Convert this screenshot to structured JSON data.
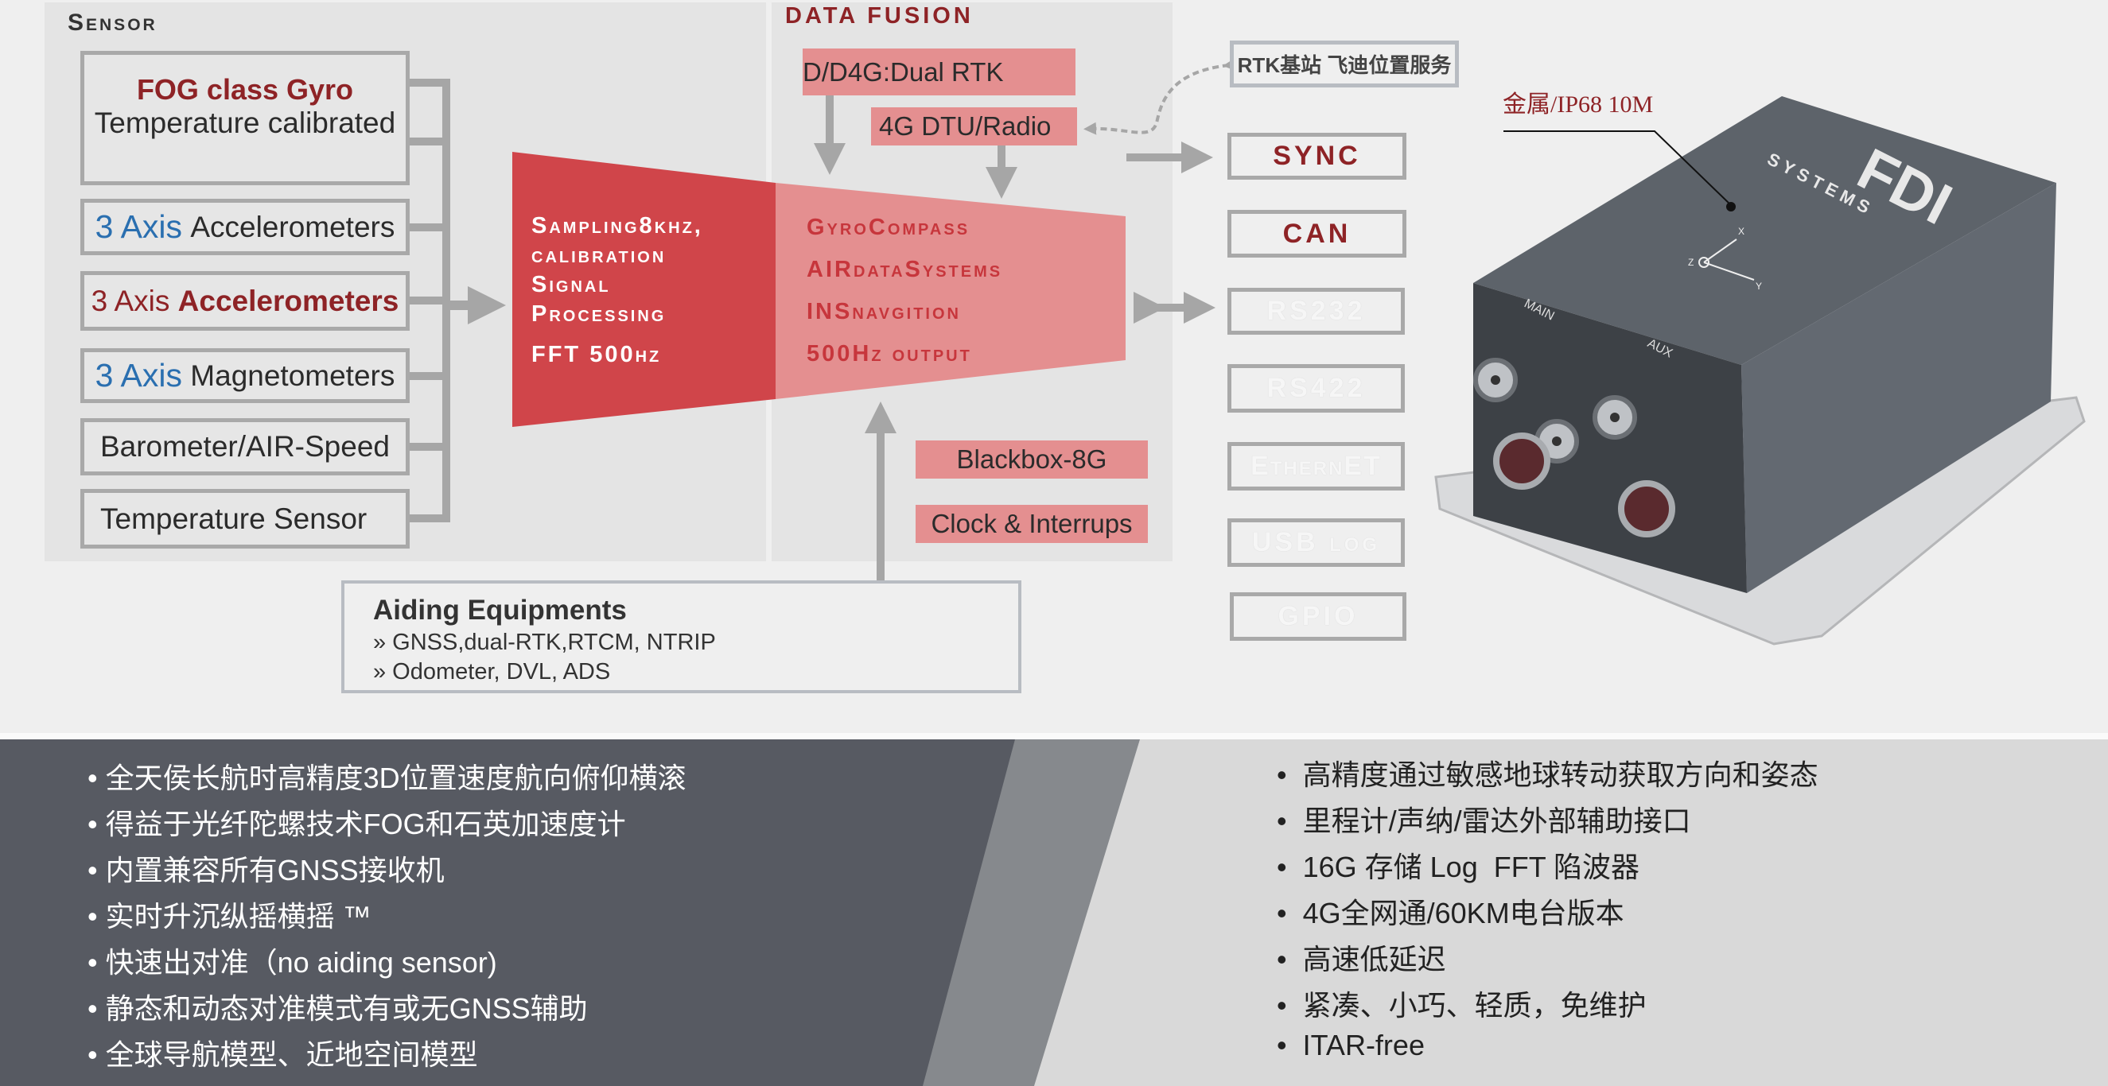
{
  "sensor": {
    "title": "Sensor",
    "gyro": {
      "title": "FOG class Gyro",
      "subtitle": "Temperature calibrated"
    },
    "accel1": {
      "prefix": "3 Axis",
      "name": "Accelerometers"
    },
    "accel2": {
      "prefix": "3 Axis",
      "name": "Accelerometers"
    },
    "mag": {
      "prefix": "3 Axis",
      "name": "Magnetometers"
    },
    "baro": "Barometer/AIR-Speed",
    "temp": "Temperature Sensor"
  },
  "processing": [
    "Sampling8khz,",
    "calibration",
    "Signal",
    "Processing",
    "FFT 500hz"
  ],
  "fusion": {
    "title": "DATA FUSION",
    "rtk": "D/D4G:Dual RTK",
    "dtu": "4G DTU/Radio",
    "outputs": [
      "GyroCompass",
      "AIRdataSystems",
      "INSnavgition",
      "500Hz output"
    ],
    "blackbox": "Blackbox-8G",
    "clock": "Clock & Interrups"
  },
  "interfaces": {
    "rtk_service": "RTK基站 飞迪位置服务",
    "items": [
      "SYNC",
      "CAN",
      "RS232",
      "RS422",
      "EthernET",
      "USB log",
      "GPIO"
    ]
  },
  "aiding": {
    "title": "Aiding Equipments",
    "items": [
      "» GNSS,dual-RTK,RTCM, NTRIP",
      "» Odometer, DVL, ADS"
    ]
  },
  "device": {
    "callout": "金属/IP68 10M",
    "brand": "FDI",
    "brand_sub": "SYSTEMS",
    "port_main": "MAIN",
    "port_aux": "AUX",
    "axes": [
      "X",
      "Y",
      "Z"
    ]
  },
  "features_left": [
    "全天侯长航时高精度3D位置速度航向俯仰横滚",
    "得益于光纤陀螺技术FOG和石英加速度计",
    "内置兼容所有GNSS接收机",
    "实时升沉纵摇横摇 ™",
    "快速出对准（no aiding sensor)",
    "静态和动态对准模式有或无GNSS辅助",
    "全球导航模型、近地空间模型"
  ],
  "features_right": [
    "高精度通过敏感地球转动获取方向和姿态",
    "里程计/声纳/雷达外部辅助接口",
    "16G 存储 Log  FFT 陷波器",
    "4G全网通/60KM电台版本",
    "高速低延迟",
    "紧凑、小巧、轻质，免维护",
    "ITAR-free"
  ],
  "colors": {
    "accent_red": "#d0454a",
    "pink": "#e48f90",
    "dark_red": "#8e2326",
    "band_dark": "#575a62"
  }
}
